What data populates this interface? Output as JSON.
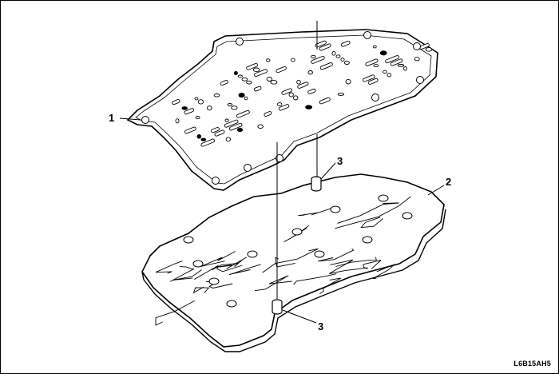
{
  "callouts": {
    "separator_plate": "1",
    "valve_body": "2",
    "check_ball_upper": "3",
    "check_ball_lower": "3"
  },
  "figure_code": "L6B15AH5"
}
